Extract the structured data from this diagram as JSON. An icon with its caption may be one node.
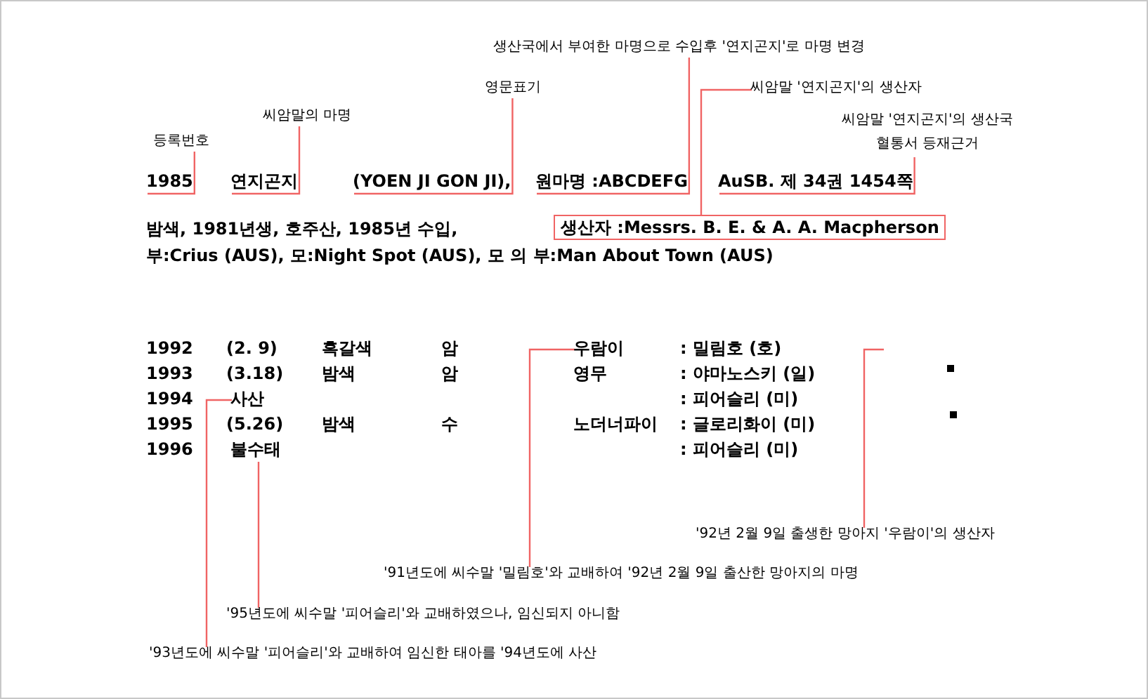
{
  "diagram": {
    "nodes": [
      {
        "text": [
          "1985"
        ]
      },
      {
        "text": [
          "연지곤지"
        ]
      },
      {
        "text": [
          "(YOEN JI GON JI),"
        ]
      },
      {
        "text": [
          "원마명 :ABCDEFG"
        ]
      },
      {
        "text": [
          "AuSB. 제 34권 1454쪽"
        ]
      },
      {
        "text": [
          "생산자 :Messrs. B. E. & A. A. Macpherson"
        ]
      },
      {
        "text": [
          "등록번호"
        ]
      },
      {
        "text": [
          "씨암말의 마명"
        ]
      },
      {
        "text": [
          "영문표기"
        ]
      },
      {
        "text": [
          "생산국에서 부여한 마명으로 수입후 '연지곤지'로 마명 변경"
        ]
      },
      {
        "text": [
          "씨암말 '연지곤지'의 생산자"
        ]
      },
      {
        "text": [
          "씨암말 '연지곤지'의 생산국 혈통서 등재근거"
        ]
      },
      {
        "text": [
          "사산"
        ]
      },
      {
        "text": [
          "불수태"
        ]
      },
      {
        "text": [
          "우람이"
        ]
      },
      {
        "text": [
          "'92년 2월 9일 출생한 망아지 '우람이'의 생산자"
        ]
      },
      {
        "text": [
          "'91년도에 씨수말 '밀림호'와 교배하여 '92년 2월 9일 출산한 망아지의 마명"
        ]
      },
      {
        "text": [
          "'95년도에 씨수말 '피어슬리'와 교배하였으나, 임신되지 아니함"
        ]
      },
      {
        "text": [
          "'93년도에 씨수말 '피어슬리'와 교배하여 임신한 태아를 '94년도에 사산"
        ]
      }
    ],
    "edges": [
      {
        "from": 6,
        "to": 0,
        "arrow": "none"
      },
      {
        "from": 7,
        "to": 1,
        "arrow": "none"
      },
      {
        "from": 8,
        "to": 2,
        "arrow": "none"
      },
      {
        "from": 9,
        "to": 3,
        "arrow": "none"
      },
      {
        "from": 10,
        "to": 5,
        "arrow": "none"
      },
      {
        "from": 11,
        "to": 4,
        "arrow": "none"
      },
      {
        "from": 15,
        "to": null,
        "arrow": "none"
      },
      {
        "from": 16,
        "to": 14,
        "arrow": "none"
      },
      {
        "from": 17,
        "to": 13,
        "arrow": "none"
      },
      {
        "from": 18,
        "to": 12,
        "arrow": "none"
      }
    ],
    "labels": [
      "밤색, 1981년생, 호주산, 1985년 수입,",
      "부:Crius (AUS), 모:Night Spot (AUS), 모 의 부:Man About Town (AUS)",
      "1992",
      "(2. 9)",
      "흑갈색",
      "암",
      ": 밀림호 (호)",
      "1993",
      "(3.18)",
      "밤색",
      "암",
      "영무",
      ": 야마노스키 (일)",
      "1994",
      ": 피어슬리 (미)",
      "1995",
      "(5.26)",
      "밤색",
      "수",
      "노더너파이",
      ": 글로리화이 (미)",
      "1996",
      ": 피어슬리 (미)"
    ]
  }
}
